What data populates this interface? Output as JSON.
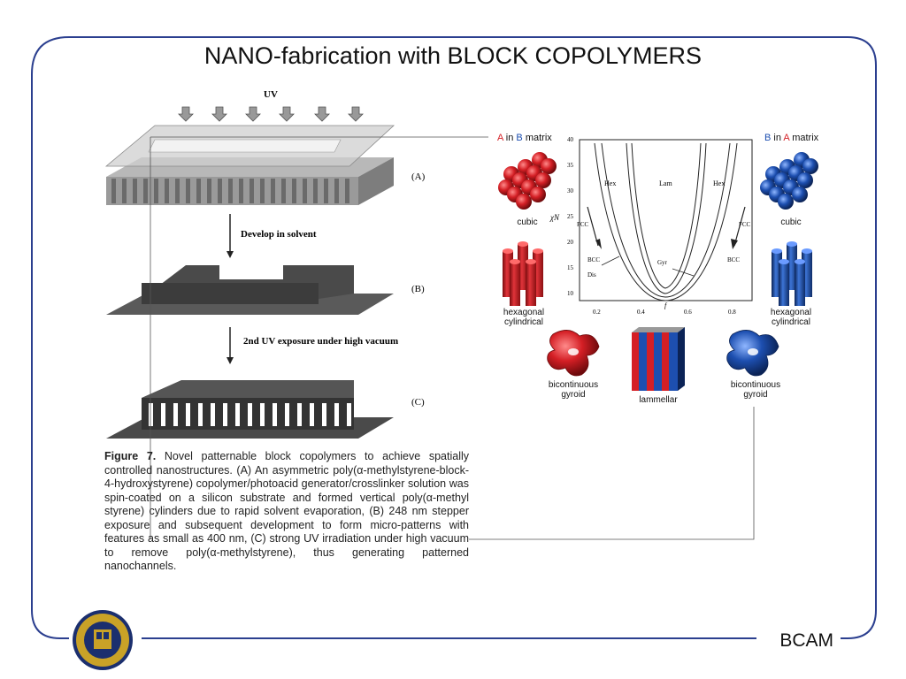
{
  "slide": {
    "title": "NANO-fabrication with BLOCK COPOLYMERS",
    "footer": "BCAM",
    "colors": {
      "frame": "#2b3f8f",
      "red": "#d41f25",
      "blue": "#1d4fb0"
    }
  },
  "left_figure": {
    "uv_label": "UV",
    "step_a": "(A)",
    "step_b": "(B)",
    "step_c": "(C)",
    "arrow1": "Develop in solvent",
    "arrow2": "2nd UV exposure under high vacuum",
    "caption_bold": "Figure 7.",
    "caption_text": "Novel patternable block copolymers to achieve spatially controlled nanostructures. (A) An asymmetric poly(α-methylstyrene-block-4-hydroxystyrene) copolymer/photoacid generator/crosslinker solution was spin-coated on a silicon substrate and formed vertical poly(α-methyl styrene) cylinders due to rapid solvent evaporation, (B) 248 nm stepper exposure and subsequent development to form micro-patterns with features as small as 400 nm, (C) strong UV irradiation under high vacuum to remove poly(α-methylstyrene), thus generating patterned nanochannels."
  },
  "right_figure": {
    "left_header_a": "A",
    "left_header_in": " in ",
    "left_header_b": "B",
    "left_header_matrix": " matrix",
    "right_header_b": "B",
    "right_header_in": " in ",
    "right_header_a": "A",
    "right_header_matrix": " matrix",
    "morph_cubic_left": "cubic",
    "morph_hex_left": "hexagonal\ncylindrical",
    "morph_gyroid_left": "bicontinuous\ngyroid",
    "morph_lamellar": "lammellar",
    "morph_cubic_right": "cubic",
    "morph_hex_right": "hexagonal\ncylindrical",
    "morph_gyroid_right": "bicontinuous\ngyroid",
    "phase_diagram": {
      "ylabel": "χN",
      "xlabel": "f",
      "yticks": [
        "40",
        "35",
        "30",
        "25",
        "20",
        "15",
        "10"
      ],
      "xticks": [
        "0.2",
        "0.4",
        "0.6",
        "0.8"
      ],
      "regions": {
        "hex_left": "Hex",
        "lam": "Lam",
        "hex_right": "Hex",
        "fcc_left": "FCC",
        "fcc_right": "FCC",
        "bcc_left": "BCC",
        "bcc_right": "BCC",
        "dis": "Dis",
        "gyr": "Gyr"
      }
    }
  }
}
